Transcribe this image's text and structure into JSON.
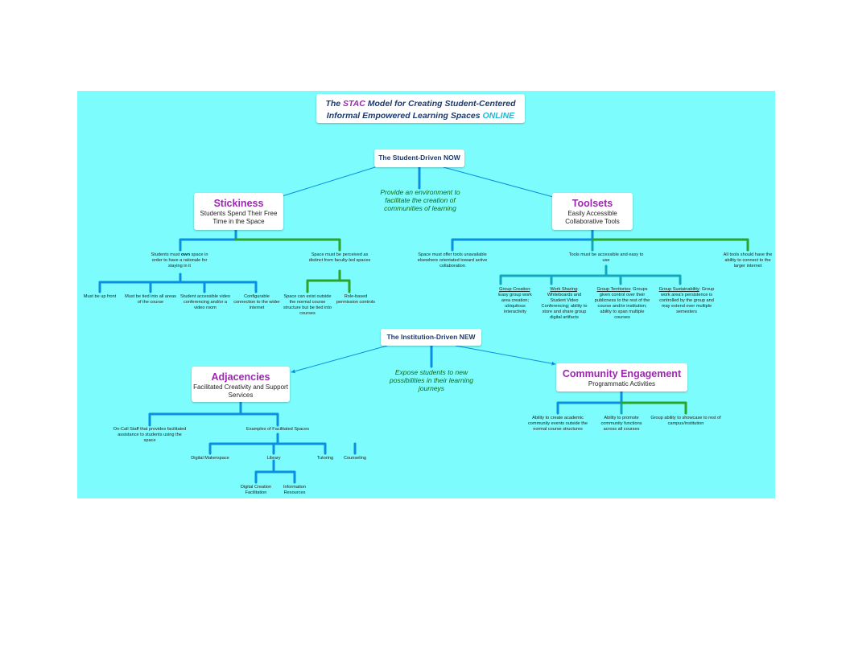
{
  "title": {
    "line1_pre": "The ",
    "line1_hl": "STAC",
    "line1_post": " Model for Creating Student-Centered",
    "line2_pre": "Informal Empowered Learning Spaces ",
    "line2_hl": "ONLINE"
  },
  "colors": {
    "background": "#7cfcfc",
    "branch_heading": "#9c27b0",
    "connector_blue": "#0b8fe0",
    "connector_green": "#2aa52a",
    "connector_teal": "#12a7bf",
    "center_text": "#116611"
  },
  "student_driven": {
    "label": "The Student-Driven NOW",
    "center_text": "Provide an environment to facilitate the creation of communities of learning",
    "stickiness": {
      "heading": "Stickiness",
      "sub": "Students Spend Their Free Time in the Space",
      "own": {
        "pre": "Students must ",
        "bold": "own",
        "post": " space in order to have a rationale for staying in it",
        "children": [
          "Must be up front",
          "Must be tied into all areas of the course",
          "Student accessible video conferencing and/or a video room",
          "Configurable connection to the wider internet"
        ]
      },
      "distinct": {
        "text": "Space must be perceived as distinct from faculty-led spaces",
        "children": [
          "Space can exist outside the normal course structure but be tied into courses",
          "Role-based permission controls"
        ]
      }
    },
    "toolsets": {
      "heading": "Toolsets",
      "sub": "Easily Accessible Collaborative Tools",
      "offer": "Space must offer tools unavailable elsewhere orientated toward active collaboration",
      "accessible": {
        "text": "Tools must be accessible and easy to use",
        "children": [
          {
            "label": "Group Creation",
            "text": ": Easy group work area creation; ubiquitous interactivity"
          },
          {
            "label": "Work Sharing",
            "text": ": Whiteboards and Student Video Conferencing; ability to store and share group digital artifacts"
          },
          {
            "label": "Group Territories",
            "text": ": Groups given control over their publicness to the rest of the course and/or institution; ability to span multiple courses"
          },
          {
            "label": "Group Sustainability",
            "text": ": Group work area's persistence is controlled by the group and may extend over multiple semesters"
          }
        ]
      },
      "connect": "All tools should have the ability to connect to the larger internet"
    }
  },
  "institution_driven": {
    "label": "The Institution-Driven NEW",
    "center_text": "Expose students to new possibilities in their learning journeys",
    "adjacencies": {
      "heading": "Adjacencies",
      "sub": "Facilitated Creativity and Support Services",
      "oncall": "On-Call Staff that provides facilitated assistance to students using the space",
      "examples": {
        "text": "Examples of Facilitated Spaces",
        "children": [
          "Digital Makerspace",
          "Library",
          "Tutoring",
          "Counseling"
        ],
        "library_children": [
          "Digital Creation Facilitation",
          "Information Resources"
        ]
      }
    },
    "community": {
      "heading": "Community Engagement",
      "sub": "Programmatic Activities",
      "children": [
        "Ability to create academic community events outside the normal course structures",
        "Ability to promote community functions across all courses",
        "Group ability to showcase to rest of campus/institution"
      ]
    }
  }
}
